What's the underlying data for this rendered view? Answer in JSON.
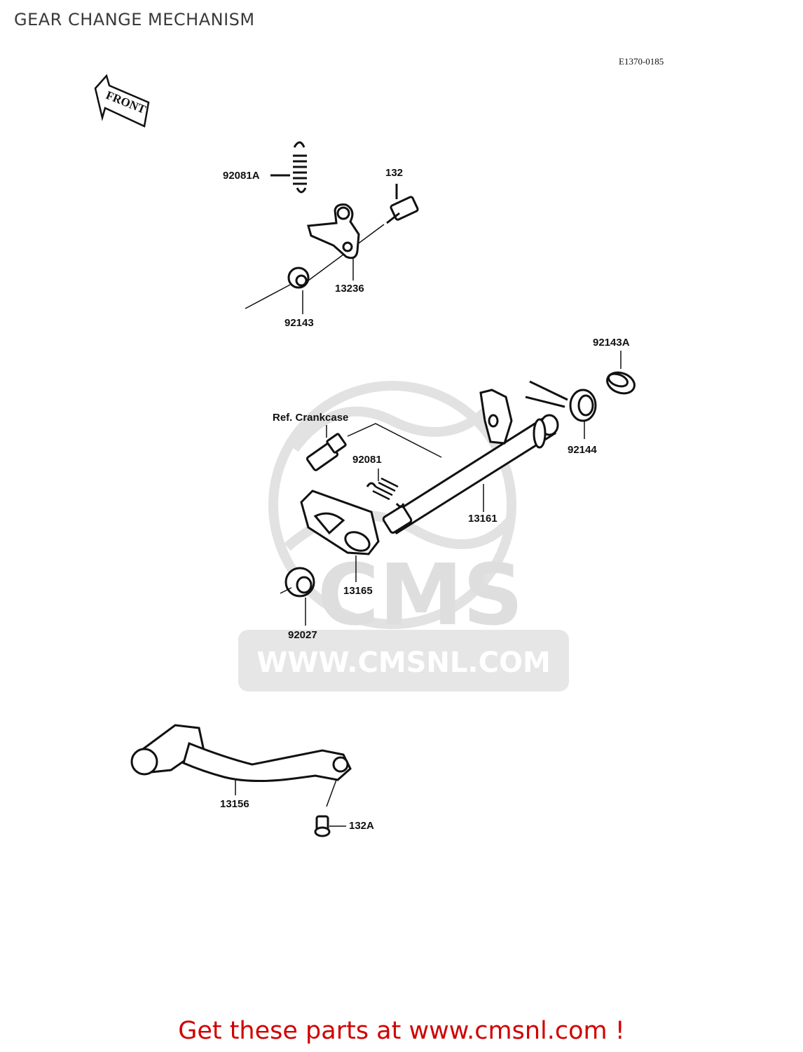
{
  "header": {
    "title": "GEAR CHANGE MECHANISM"
  },
  "diagram": {
    "code": "E1370-0185",
    "direction_label": "FRONT",
    "parts": [
      {
        "id": "p92081A",
        "label": "92081A"
      },
      {
        "id": "p132",
        "label": "132"
      },
      {
        "id": "p13236",
        "label": "13236"
      },
      {
        "id": "p92143",
        "label": "92143"
      },
      {
        "id": "p92143A",
        "label": "92143A"
      },
      {
        "id": "refCrankcase",
        "label": "Ref. Crankcase"
      },
      {
        "id": "p92081",
        "label": "92081"
      },
      {
        "id": "p92144",
        "label": "92144"
      },
      {
        "id": "p13161",
        "label": "13161"
      },
      {
        "id": "p13165",
        "label": "13165"
      },
      {
        "id": "p92027",
        "label": "92027"
      },
      {
        "id": "p13156",
        "label": "13156"
      },
      {
        "id": "p132A",
        "label": "132A"
      }
    ]
  },
  "watermark": {
    "text": "WWW.CMSNL.COM",
    "logo_text": "CMS"
  },
  "footer": {
    "link_text": "Get these parts at www.cmsnl.com !"
  },
  "colors": {
    "footer_link": "#d10000",
    "watermark": "#dcdcdc",
    "ink": "#111111"
  }
}
